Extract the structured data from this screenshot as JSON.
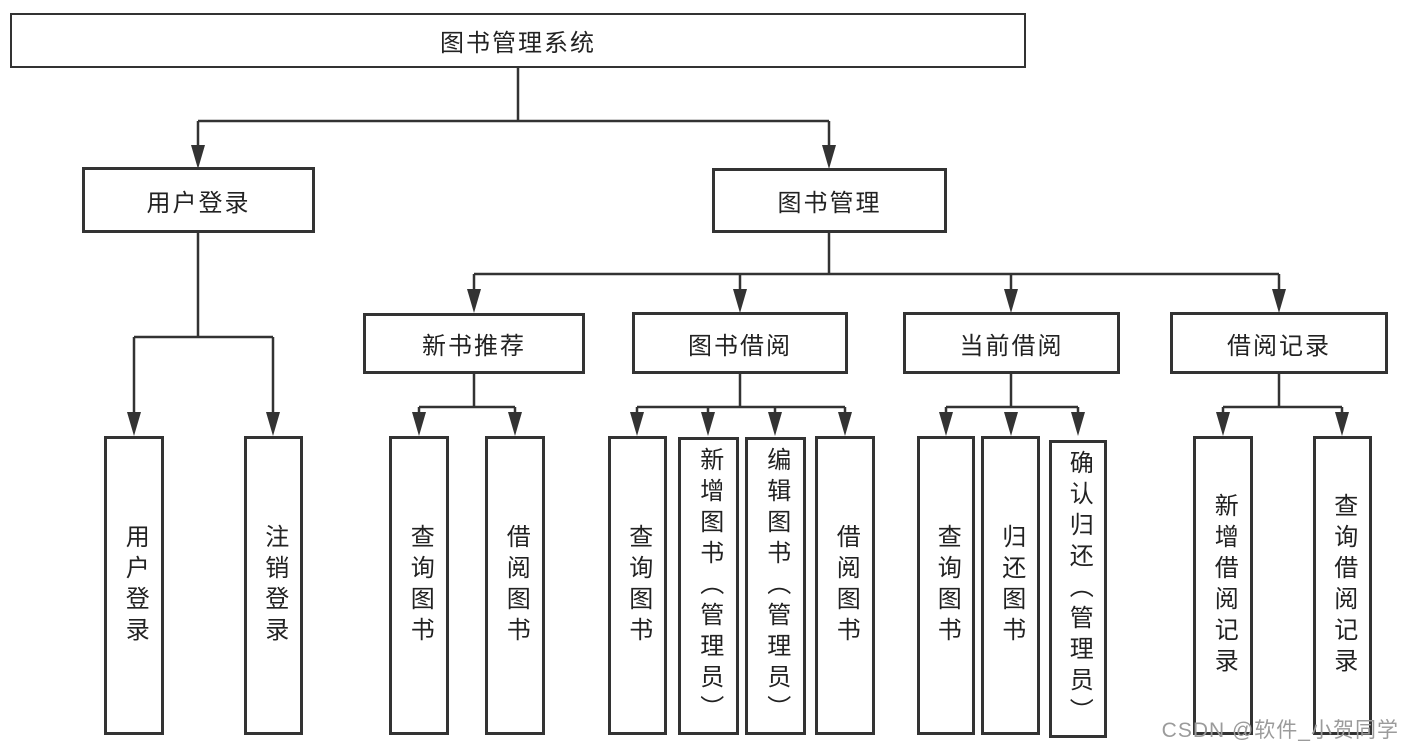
{
  "diagram": {
    "root": {
      "label": "图书管理系统"
    },
    "level2": {
      "user_login": {
        "label": "用户登录"
      },
      "book_management": {
        "label": "图书管理"
      }
    },
    "level3": {
      "new_book_recommend": {
        "label": "新书推荐"
      },
      "book_borrow": {
        "label": "图书借阅"
      },
      "current_borrow": {
        "label": "当前借阅"
      },
      "borrow_record": {
        "label": "借阅记录"
      }
    },
    "leaves": {
      "login_user_login": {
        "label": "用户登录"
      },
      "login_logout": {
        "label": "注销登录"
      },
      "recommend_query_books": {
        "label": "查询图书"
      },
      "recommend_borrow_books": {
        "label": "借阅图书"
      },
      "borrow_query_books": {
        "label": "查询图书"
      },
      "borrow_add_books": {
        "label": "新增图书（管理员）"
      },
      "borrow_edit_books": {
        "label": "编辑图书（管理员）"
      },
      "borrow_borrow_books": {
        "label": "借阅图书"
      },
      "current_query_books": {
        "label": "查询图书"
      },
      "current_return_books": {
        "label": "归还图书"
      },
      "current_confirm_return": {
        "label": "确认归还（管理员）"
      },
      "record_add_record": {
        "label": "新增借阅记录"
      },
      "record_query_record": {
        "label": "查询借阅记录"
      }
    }
  },
  "watermark": {
    "text": "CSDN @软件_小贺同学"
  },
  "colors": {
    "line_color": "#333333",
    "text_color": "#222222",
    "background": "#ffffff",
    "watermark_color": "#9b9b9b"
  }
}
